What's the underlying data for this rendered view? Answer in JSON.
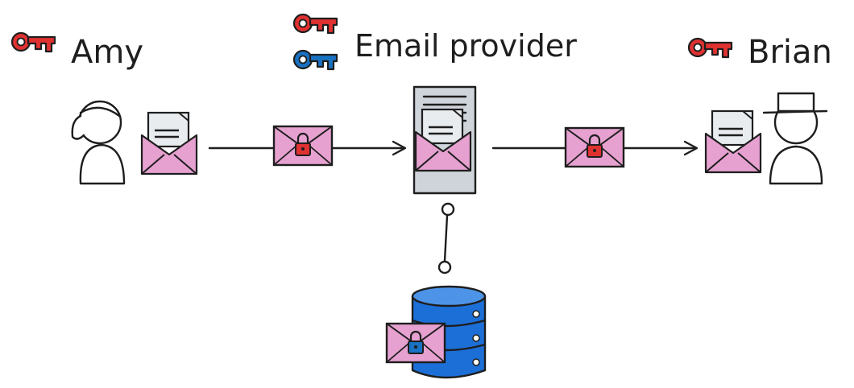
{
  "actors": {
    "sender": {
      "name": "Amy"
    },
    "provider": {
      "name": "Email provider"
    },
    "recipient": {
      "name": "Brian"
    }
  },
  "icons": {
    "key": "key-icon",
    "envelope": "envelope-icon",
    "lock": "padlock-icon",
    "person": "person-icon",
    "server": "server-icon",
    "database": "database-icon"
  },
  "colors": {
    "red_key": "#e03131",
    "blue_key": "#1971c2",
    "envelope_fill": "#e6a1d0",
    "server_fill": "#ced4da",
    "database_fill": "#1c6fd6"
  }
}
